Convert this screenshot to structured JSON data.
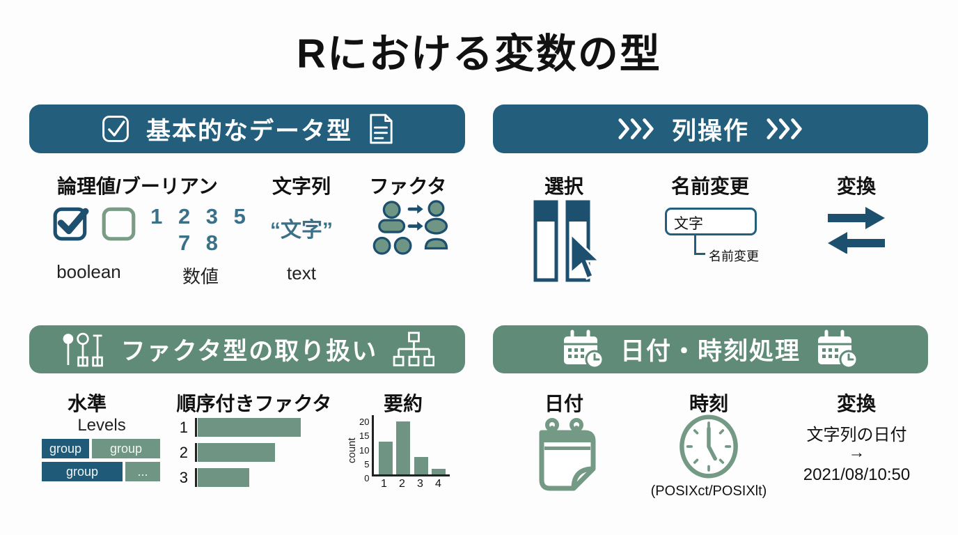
{
  "title": "Rにおける変数の型",
  "colors": {
    "header_blue": "#235e7d",
    "header_green": "#5f8b78",
    "icon_dark_blue": "#1d4f6e",
    "icon_green": "#6f9584",
    "teal_text": "#3a7189",
    "bar_green": "#6f9483",
    "background": "#fdfdfd"
  },
  "sections": {
    "basic": {
      "header": "基本的なデータ型",
      "boolean": {
        "heading": "論理値/ブーリアン",
        "label": "boolean"
      },
      "numeric": {
        "line1": "1 2 3 5",
        "line2": "7 8",
        "label": "数値"
      },
      "string": {
        "heading": "文字列",
        "example": "“文字”",
        "label": "text"
      },
      "factor": {
        "heading": "ファクタ"
      }
    },
    "column_ops": {
      "header": "列操作",
      "select": {
        "heading": "選択"
      },
      "rename": {
        "heading": "名前変更",
        "box_text": "文字",
        "callout": "名前変更"
      },
      "convert": {
        "heading": "変換"
      }
    },
    "factor_handling": {
      "header": "ファクタ型の取り扱い",
      "levels": {
        "heading": "水準",
        "subheading": "Levels",
        "tags": [
          "group",
          "group",
          "group",
          "..."
        ]
      },
      "ordered": {
        "heading": "順序付きファクタ"
      },
      "summary": {
        "heading": "要約"
      }
    },
    "datetime": {
      "header": "日付・時刻処理",
      "date": {
        "heading": "日付"
      },
      "time": {
        "heading": "時刻",
        "caption": "(POSIXct/POSIXlt)"
      },
      "convert": {
        "heading": "変換",
        "from": "文字列の日付",
        "arrow": "→",
        "to": "2021/08/10:50"
      }
    }
  },
  "chart_data": [
    {
      "type": "bar",
      "orientation": "horizontal",
      "title": "順序付きファクタ",
      "categories": [
        "1",
        "2",
        "3"
      ],
      "values": [
        4,
        3,
        2
      ],
      "xlim": [
        0,
        4
      ],
      "grid": false
    },
    {
      "type": "bar",
      "title": "要約",
      "categories": [
        "1",
        "2",
        "3",
        "4"
      ],
      "values": [
        11,
        18,
        6,
        2
      ],
      "ylabel": "count",
      "ylim": [
        0,
        20
      ],
      "yticks": [
        "20",
        "15",
        "10",
        "5",
        "0"
      ],
      "grid": false
    }
  ]
}
